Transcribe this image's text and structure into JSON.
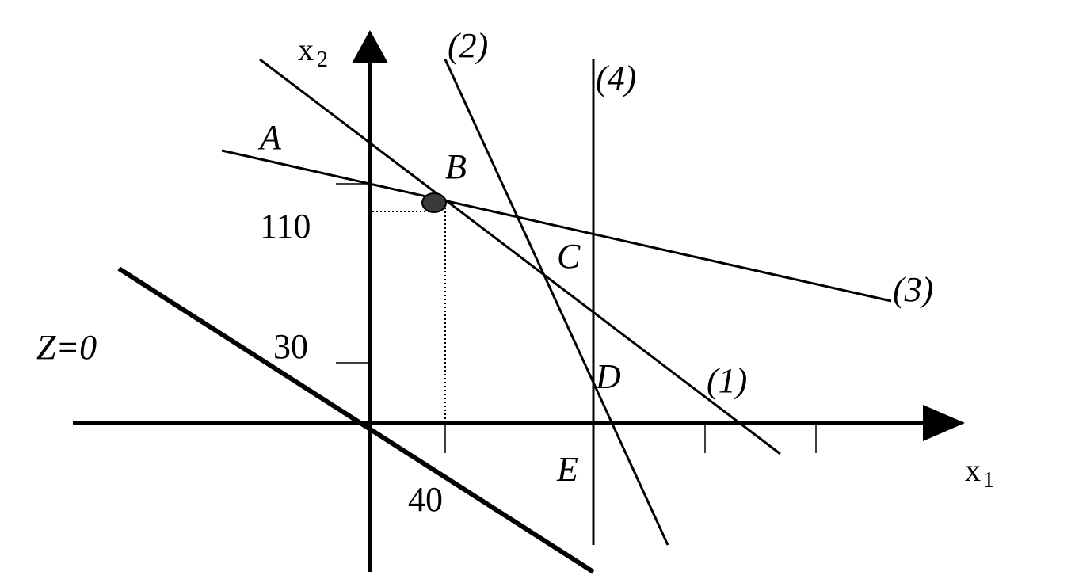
{
  "axes": {
    "x_label": "x",
    "x_sub": "1",
    "y_label": "x",
    "y_sub": "2"
  },
  "lines": {
    "line_1": "(1)",
    "line_2": "(2)",
    "line_3": "(3)",
    "line_4": "(4)",
    "objective": "Z=0"
  },
  "points": {
    "A": "A",
    "B": "B",
    "C": "C",
    "D": "D",
    "E": "E"
  },
  "ticks": {
    "x_40": "40",
    "y_30": "30",
    "y_110": "110"
  }
}
